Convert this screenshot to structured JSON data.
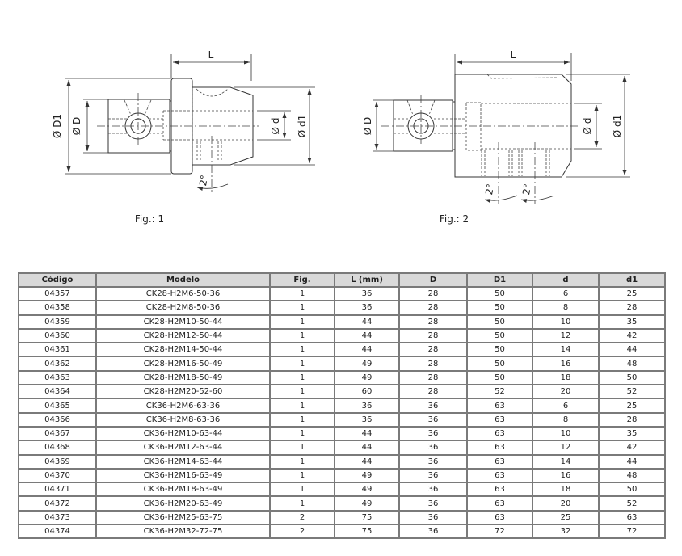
{
  "figures": [
    {
      "caption": "Fig.: 1",
      "labels": {
        "L": "L",
        "D1": "Ø D1",
        "D": "Ø D",
        "d": "Ø d",
        "d1": "Ø d1",
        "angle": "2°"
      }
    },
    {
      "caption": "Fig.: 2",
      "labels": {
        "L": "L",
        "D": "Ø D",
        "d": "Ø d",
        "d1": "Ø d1",
        "angle": "2°"
      }
    }
  ],
  "table": {
    "headers": [
      "Código",
      "Modelo",
      "Fig.",
      "L (mm)",
      "D",
      "D1",
      "d",
      "d1"
    ],
    "rows": [
      [
        "04357",
        "CK28-H2M6-50-36",
        "1",
        "36",
        "28",
        "50",
        "6",
        "25"
      ],
      [
        "04358",
        "CK28-H2M8-50-36",
        "1",
        "36",
        "28",
        "50",
        "8",
        "28"
      ],
      [
        "04359",
        "CK28-H2M10-50-44",
        "1",
        "44",
        "28",
        "50",
        "10",
        "35"
      ],
      [
        "04360",
        "CK28-H2M12-50-44",
        "1",
        "44",
        "28",
        "50",
        "12",
        "42"
      ],
      [
        "04361",
        "CK28-H2M14-50-44",
        "1",
        "44",
        "28",
        "50",
        "14",
        "44"
      ],
      [
        "04362",
        "CK28-H2M16-50-49",
        "1",
        "49",
        "28",
        "50",
        "16",
        "48"
      ],
      [
        "04363",
        "CK28-H2M18-50-49",
        "1",
        "49",
        "28",
        "50",
        "18",
        "50"
      ],
      [
        "04364",
        "CK28-H2M20-52-60",
        "1",
        "60",
        "28",
        "52",
        "20",
        "52"
      ],
      [
        "04365",
        "CK36-H2M6-63-36",
        "1",
        "36",
        "36",
        "63",
        "6",
        "25"
      ],
      [
        "04366",
        "CK36-H2M8-63-36",
        "1",
        "36",
        "36",
        "63",
        "8",
        "28"
      ],
      [
        "04367",
        "CK36-H2M10-63-44",
        "1",
        "44",
        "36",
        "63",
        "10",
        "35"
      ],
      [
        "04368",
        "CK36-H2M12-63-44",
        "1",
        "44",
        "36",
        "63",
        "12",
        "42"
      ],
      [
        "04369",
        "CK36-H2M14-63-44",
        "1",
        "44",
        "36",
        "63",
        "14",
        "44"
      ],
      [
        "04370",
        "CK36-H2M16-63-49",
        "1",
        "49",
        "36",
        "63",
        "16",
        "48"
      ],
      [
        "04371",
        "CK36-H2M18-63-49",
        "1",
        "49",
        "36",
        "63",
        "18",
        "50"
      ],
      [
        "04372",
        "CK36-H2M20-63-49",
        "1",
        "49",
        "36",
        "63",
        "20",
        "52"
      ],
      [
        "04373",
        "CK36-H2M25-63-75",
        "2",
        "75",
        "36",
        "63",
        "25",
        "63"
      ],
      [
        "04374",
        "CK36-H2M32-72-75",
        "2",
        "75",
        "36",
        "72",
        "32",
        "72"
      ]
    ]
  }
}
